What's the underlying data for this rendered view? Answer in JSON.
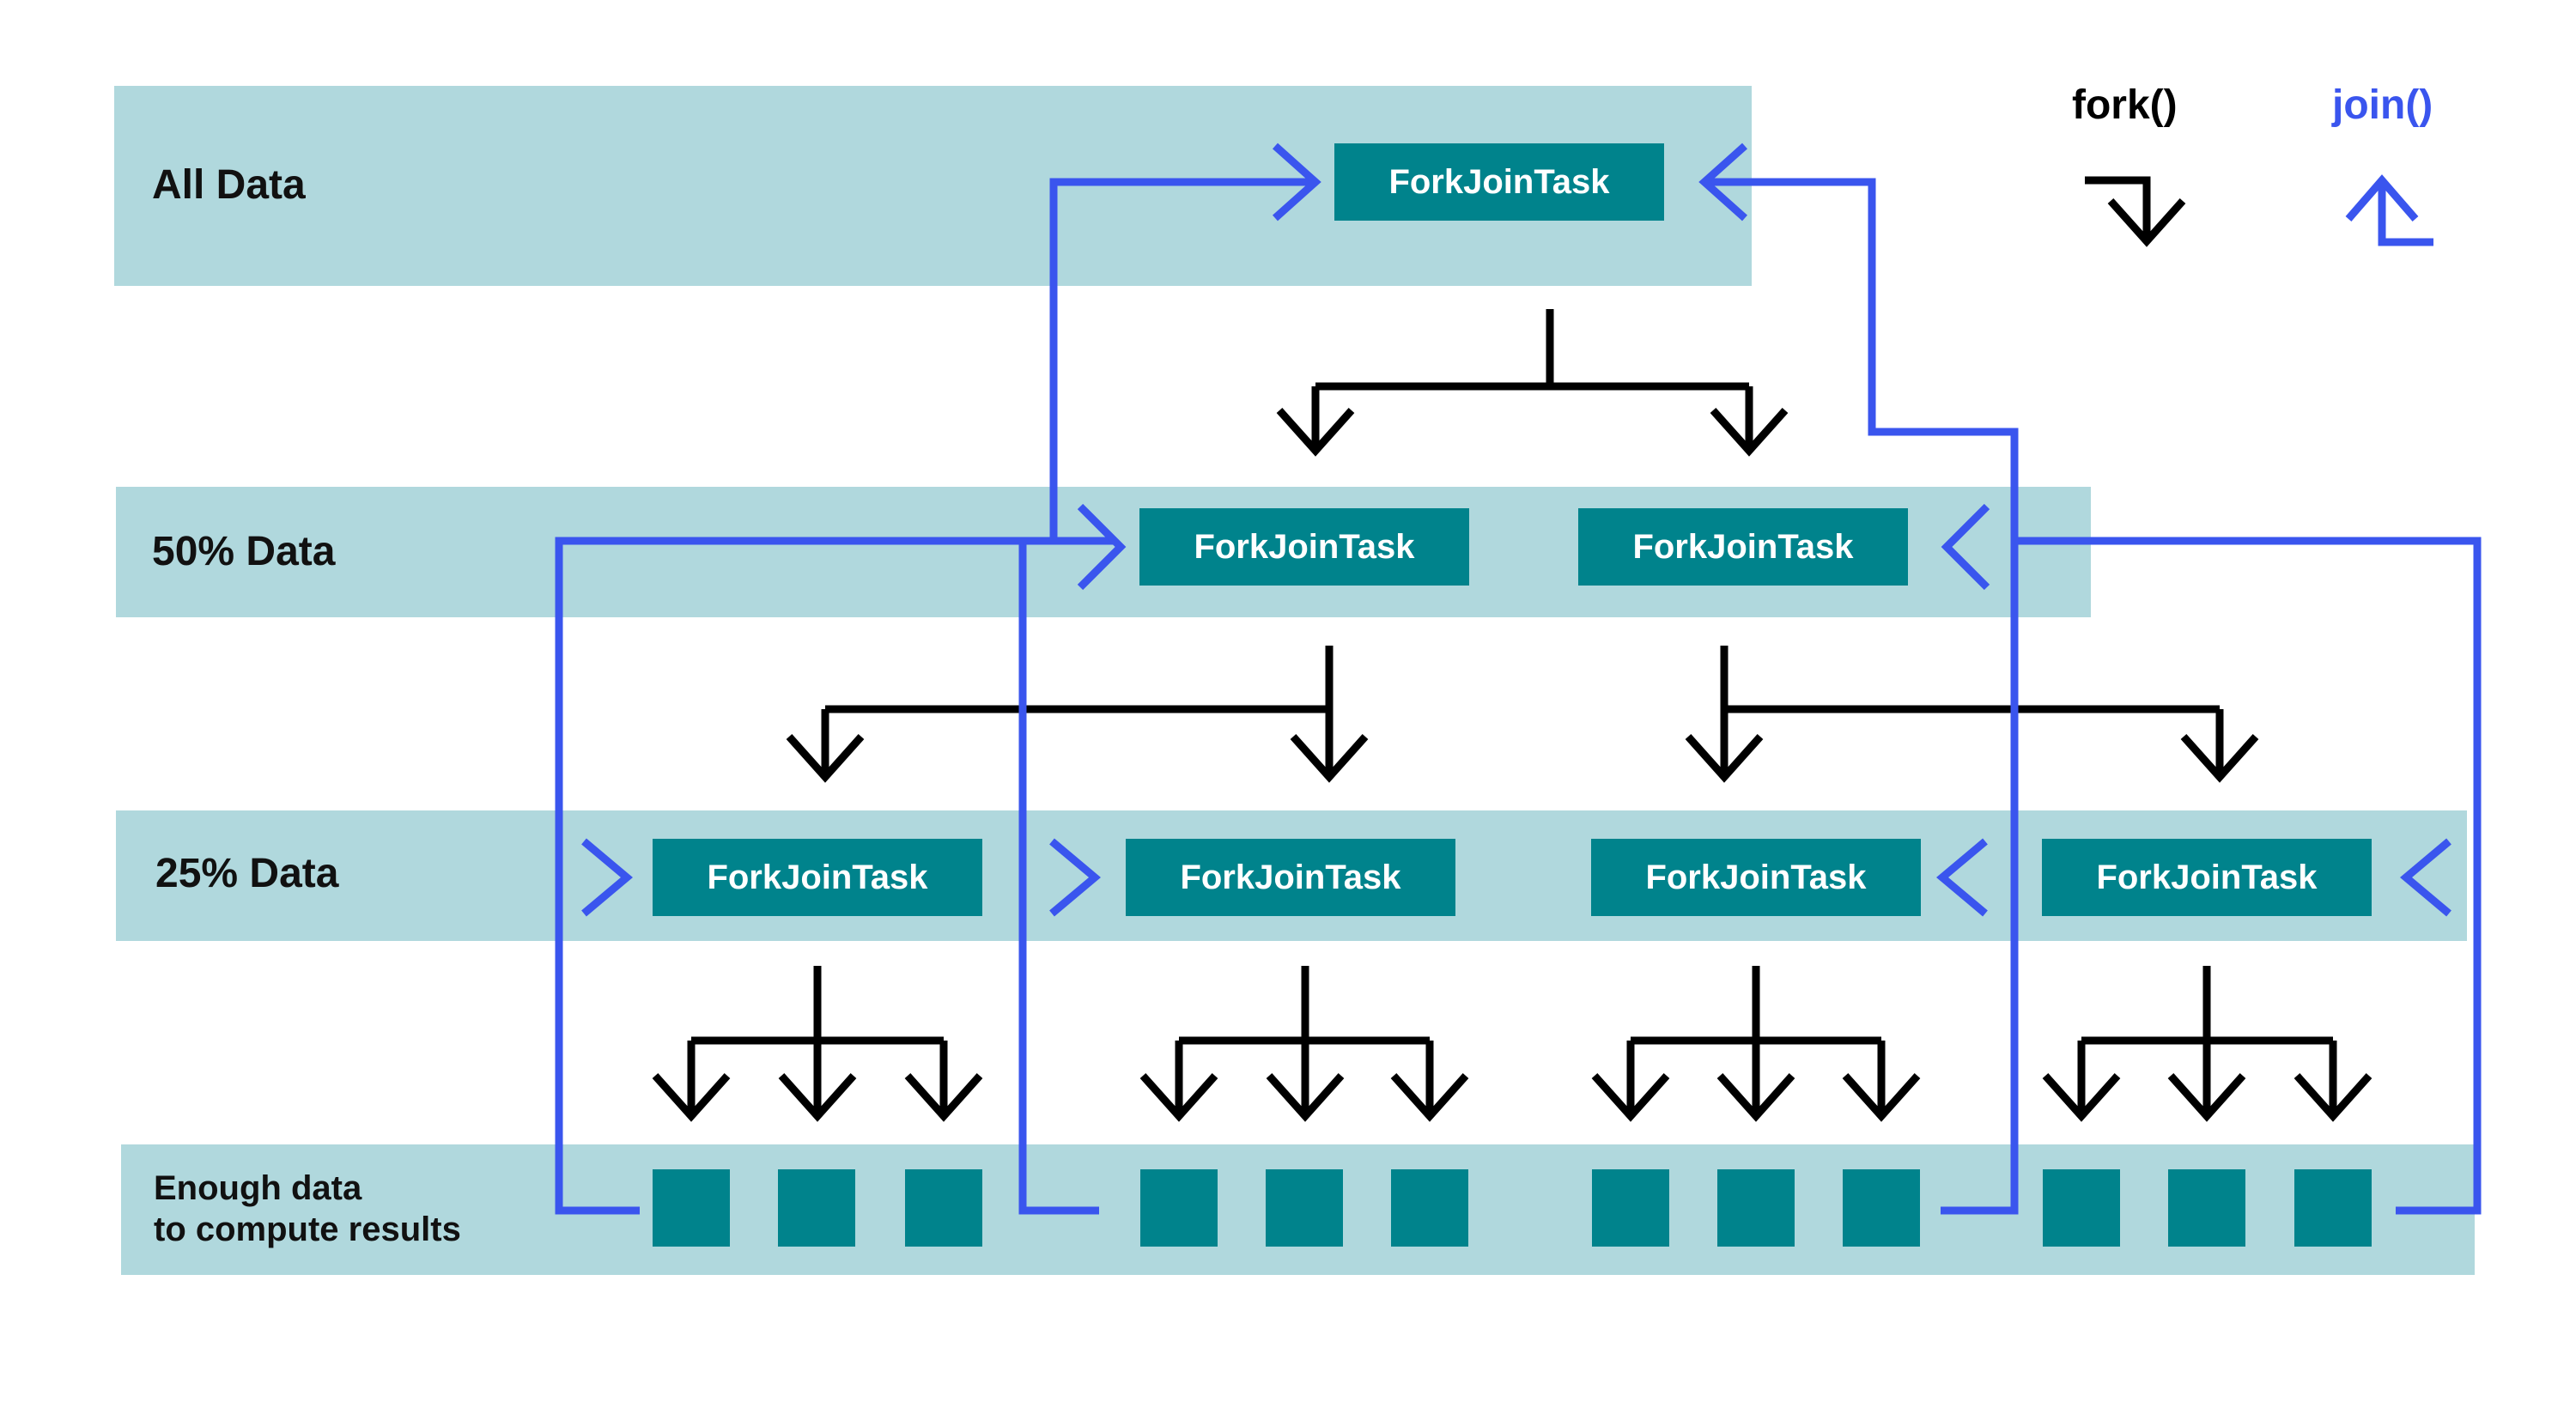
{
  "levels": {
    "all": "All Data",
    "half": "50% Data",
    "quarter": "25% Data",
    "enough_line1": "Enough data",
    "enough_line2": "to compute results"
  },
  "task_label": "ForkJoinTask",
  "tasks": {
    "root": "ForkJoinTask",
    "half_left": "ForkJoinTask",
    "half_right": "ForkJoinTask",
    "q1": "ForkJoinTask",
    "q2": "ForkJoinTask",
    "q3": "ForkJoinTask",
    "q4": "ForkJoinTask"
  },
  "legend": {
    "fork_label": "fork()",
    "join_label": "join()",
    "fork_color": "#000000",
    "join_color": "#3a55ee"
  },
  "colors": {
    "band": "#b0d8dd",
    "task": "#00838c",
    "fork_arrow": "#000000",
    "join_arrow": "#3a55ee"
  }
}
